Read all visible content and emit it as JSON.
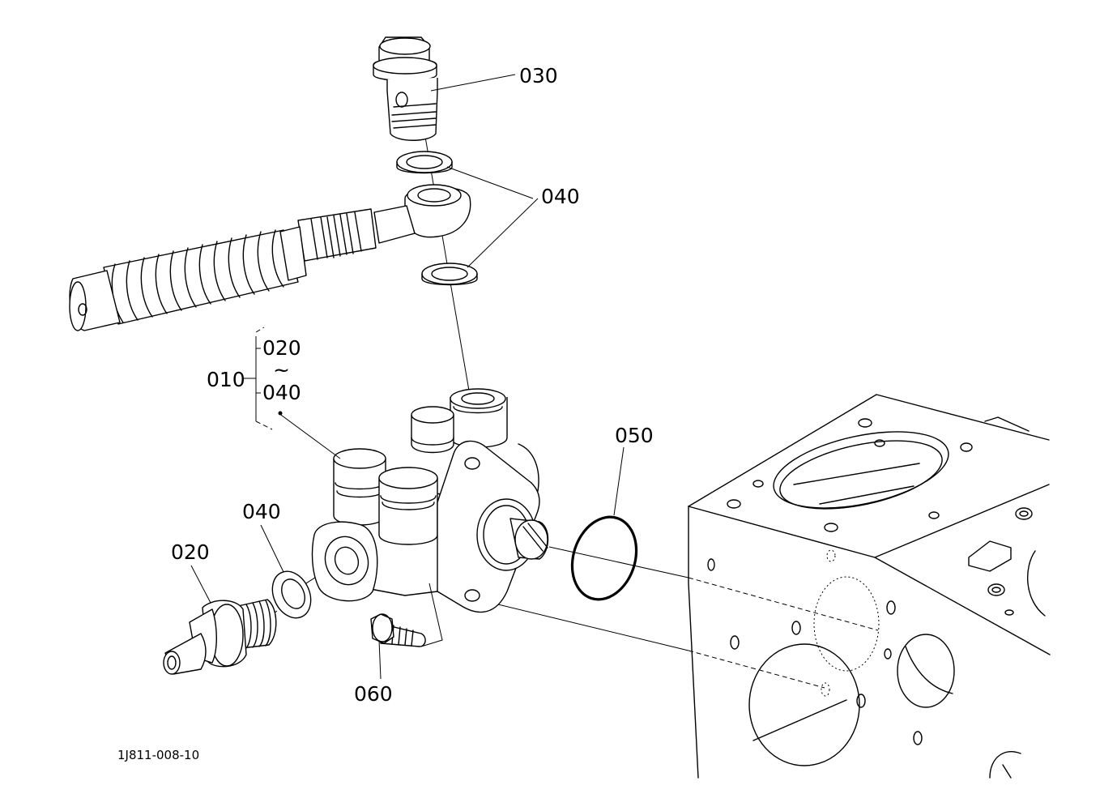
{
  "figure_ref": "1J811-008-10",
  "callouts": {
    "c030": "030",
    "c040_top": "040",
    "c010": "010",
    "c020_range_start": "020",
    "c_range_sep": "~",
    "c040_range_end": "040",
    "c050": "050",
    "c040_left": "040",
    "c020": "020",
    "c060": "060"
  }
}
